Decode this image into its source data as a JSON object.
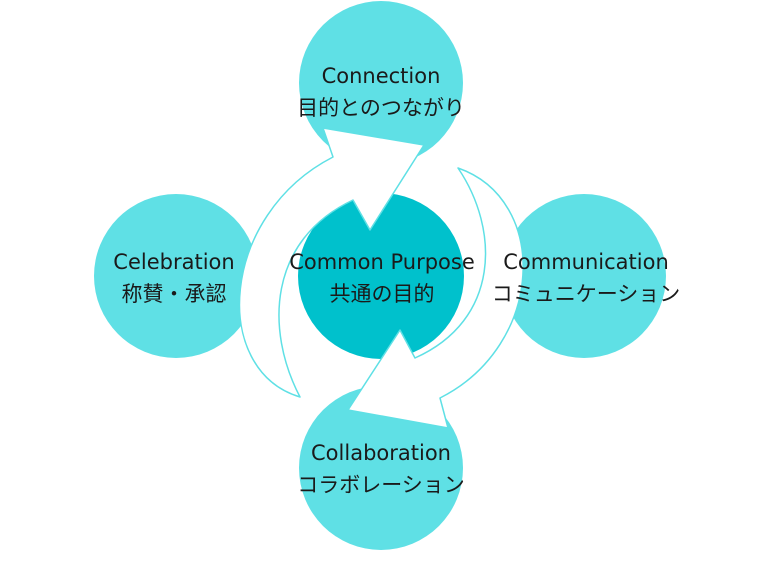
{
  "colors": {
    "outer_circle": "#5fe0e5",
    "center_circle": "#00c1cc",
    "arrow_fill": "#ffffff",
    "arrow_stroke": "#5fe0e5",
    "text": "#1a1a1a"
  },
  "center": {
    "en": "Common Purpose",
    "ja": "共通の目的"
  },
  "nodes": {
    "top": {
      "en": "Connection",
      "ja": "目的とのつながり"
    },
    "left": {
      "en": "Celebration",
      "ja": "称賛・承認"
    },
    "right": {
      "en": "Communication",
      "ja": "コミュニケーション"
    },
    "bottom": {
      "en": "Collaboration",
      "ja": "コラボレーション"
    }
  }
}
